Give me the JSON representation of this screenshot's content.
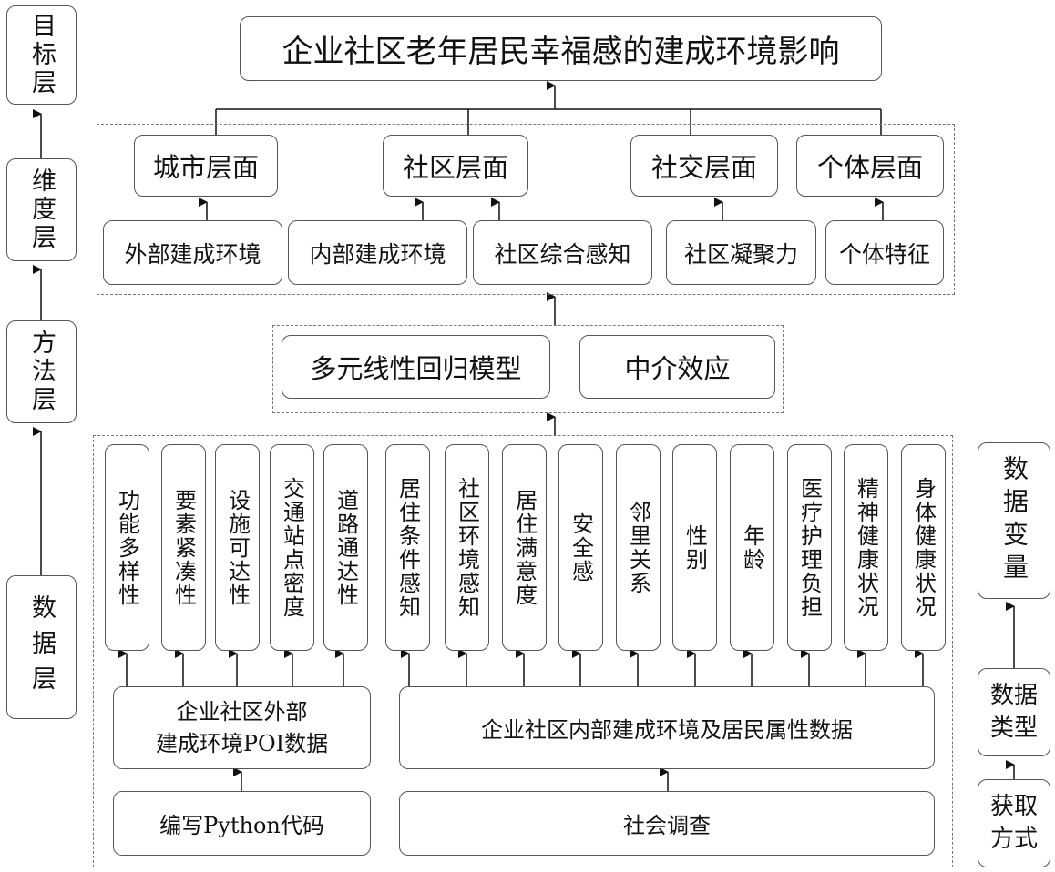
{
  "title": "企业社区老年居民幸福感的建成环境影响",
  "layers": {
    "target": "目标层",
    "dimension": "维度层",
    "method": "方法层",
    "data": "数据层"
  },
  "right_labels": {
    "variables": "数据变量",
    "types": "数据类型",
    "acquisition": "获取方式"
  },
  "dimensions": [
    "城市层面",
    "社区层面",
    "社交层面",
    "个体层面"
  ],
  "sub_dimensions": [
    "外部建成环境",
    "内部建成环境",
    "社区综合感知",
    "社区凝聚力",
    "个体特征"
  ],
  "methods": [
    "多元线性回归模型",
    "中介效应"
  ],
  "variables": [
    "功能多样性",
    "要素紧凑性",
    "设施可达性",
    "交通站点密度",
    "道路通达性",
    "居住条件感知",
    "社区环境感知",
    "居住满意度",
    "安全感",
    "邻里关系",
    "性别",
    "年龄",
    "医疗护理负担",
    "精神健康状况",
    "身体健康状况"
  ],
  "data_sources": {
    "external_line1": "企业社区外部",
    "external_line2": "建成环境POI数据",
    "internal": "企业社区内部建成环境及居民属性数据"
  },
  "acquisition": {
    "code": "编写Python代码",
    "survey": "社会调查"
  }
}
